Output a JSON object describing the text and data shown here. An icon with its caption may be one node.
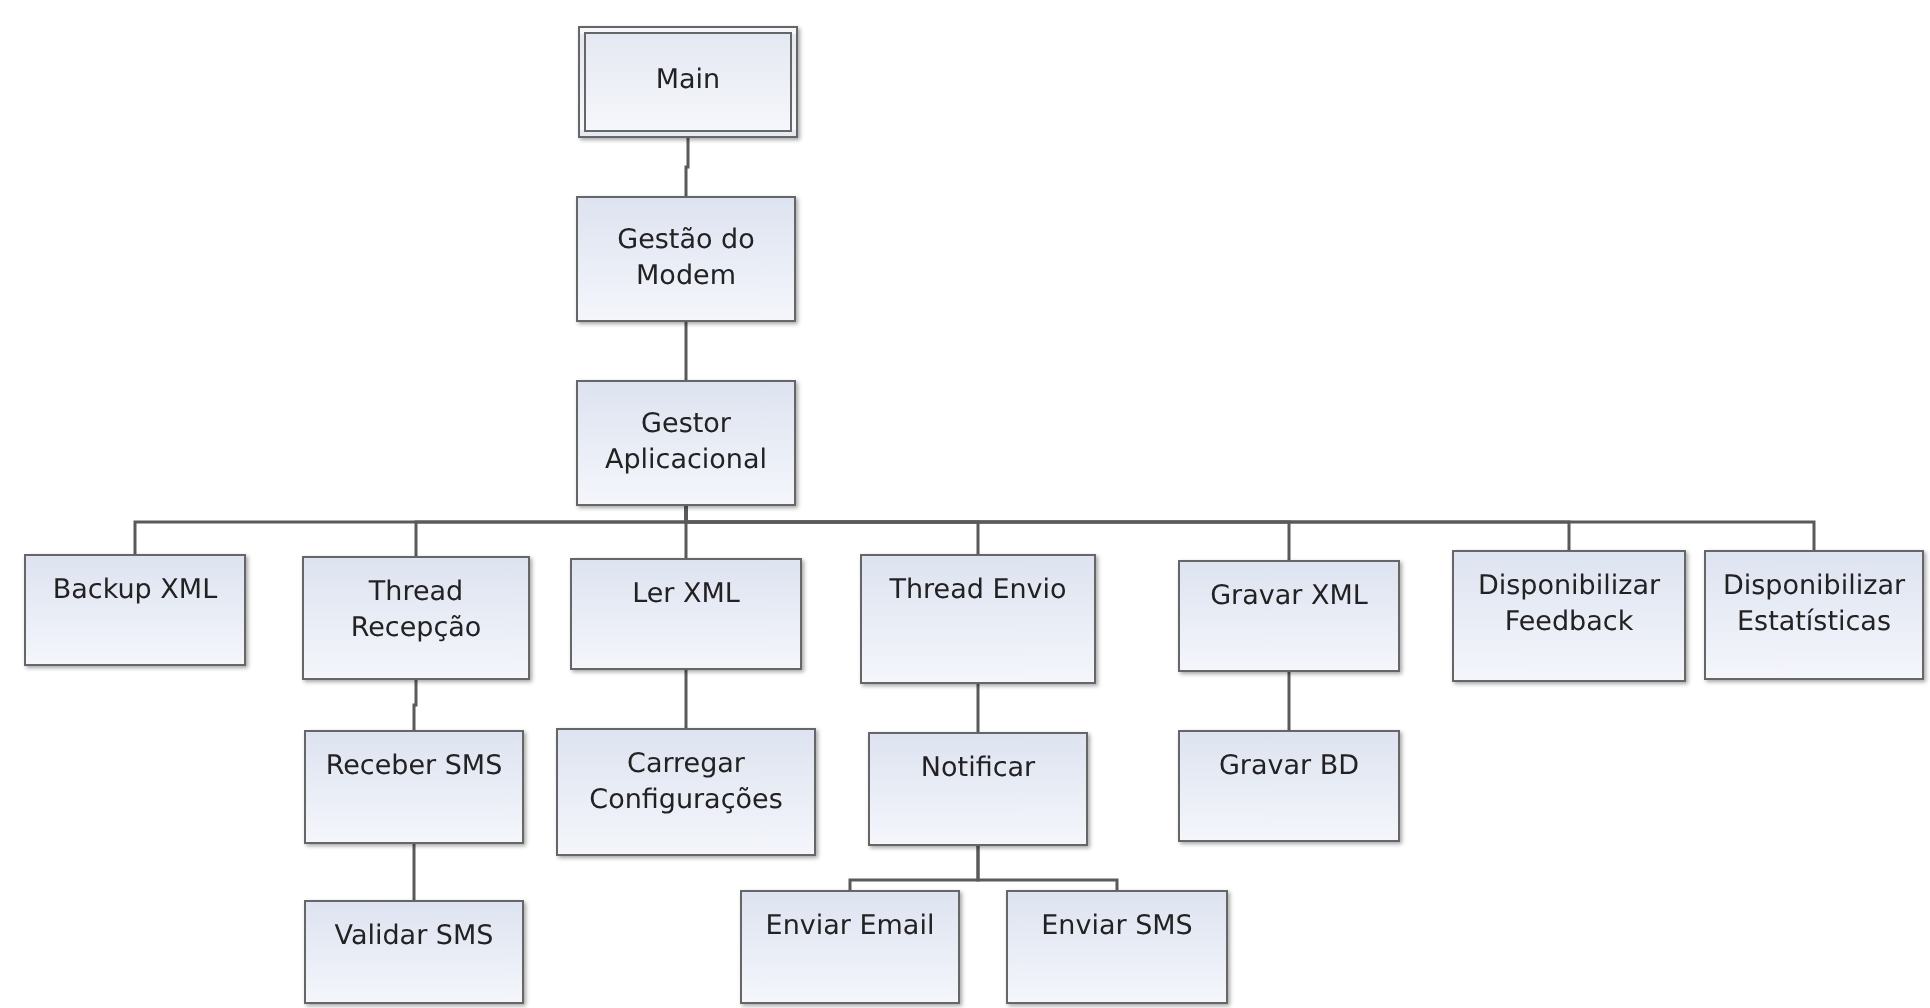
{
  "diagram": {
    "nodes": [
      {
        "text": [
          "Main"
        ]
      },
      {
        "text": [
          "Gestão do Modem"
        ]
      },
      {
        "text": [
          "Gestor Aplicacional"
        ]
      },
      {
        "text": [
          "Backup XML"
        ]
      },
      {
        "text": [
          "Thread Recepção"
        ]
      },
      {
        "text": [
          "Ler XML"
        ]
      },
      {
        "text": [
          "Thread Envio"
        ]
      },
      {
        "text": [
          "Gravar XML"
        ]
      },
      {
        "text": [
          "Disponibilizar Feedback"
        ]
      },
      {
        "text": [
          "Disponibilizar Estatísticas"
        ]
      },
      {
        "text": [
          "Receber SMS"
        ]
      },
      {
        "text": [
          "Carregar Configurações"
        ]
      },
      {
        "text": [
          "Notificar"
        ]
      },
      {
        "text": [
          "Gravar BD"
        ]
      },
      {
        "text": [
          "Validar SMS"
        ]
      },
      {
        "text": [
          "Enviar Email"
        ]
      },
      {
        "text": [
          "Enviar SMS"
        ]
      }
    ],
    "edges": [
      {
        "from": 0,
        "to": 1,
        "arrow": "none"
      },
      {
        "from": 1,
        "to": 2,
        "arrow": "none"
      },
      {
        "from": 2,
        "to": 3,
        "arrow": "none"
      },
      {
        "from": 2,
        "to": 4,
        "arrow": "none"
      },
      {
        "from": 2,
        "to": 5,
        "arrow": "none"
      },
      {
        "from": 2,
        "to": 6,
        "arrow": "none"
      },
      {
        "from": 2,
        "to": 7,
        "arrow": "none"
      },
      {
        "from": 2,
        "to": 8,
        "arrow": "none"
      },
      {
        "from": 2,
        "to": 9,
        "arrow": "none"
      },
      {
        "from": 4,
        "to": 10,
        "arrow": "none"
      },
      {
        "from": 10,
        "to": 14,
        "arrow": "none"
      },
      {
        "from": 5,
        "to": 11,
        "arrow": "none"
      },
      {
        "from": 6,
        "to": 12,
        "arrow": "none"
      },
      {
        "from": 12,
        "to": 15,
        "arrow": "none"
      },
      {
        "from": 12,
        "to": 16,
        "arrow": "none"
      },
      {
        "from": 7,
        "to": 13,
        "arrow": "none"
      }
    ]
  }
}
